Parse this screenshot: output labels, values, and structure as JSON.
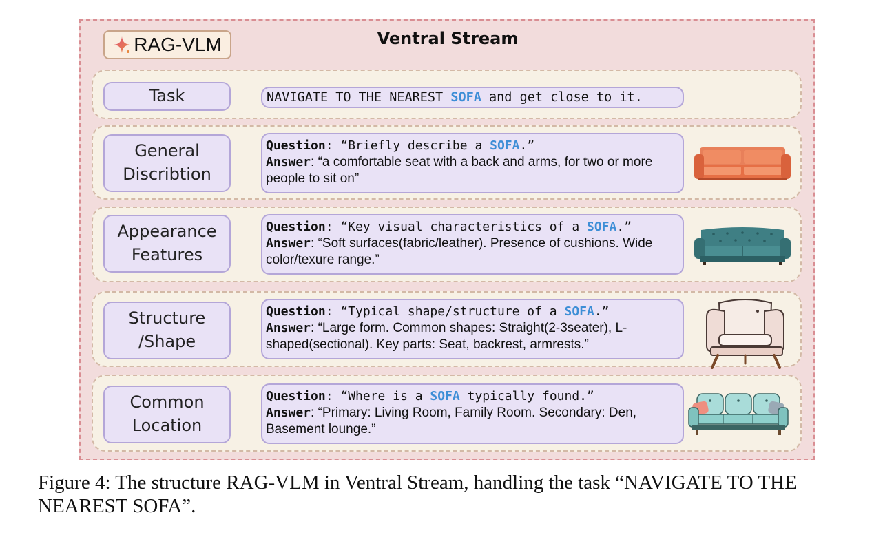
{
  "header": {
    "logo_text": "RAG-VLM",
    "title": "Ventral Stream"
  },
  "task": {
    "label": "Task",
    "text_before": "NAVIGATE TO THE NEAREST ",
    "keyword": "SOFA",
    "text_after": " and get close to it."
  },
  "rows": [
    {
      "label_line1": "General",
      "label_line2": "Discribtion",
      "question_key": "Question",
      "question_before": ": “Briefly describe a ",
      "question_keyword": "SOFA",
      "question_after": ".”",
      "answer_key": "Answer",
      "answer_text": ": “a comfortable seat with a back and arms, for two or more people to sit on”"
    },
    {
      "label_line1": "Appearance",
      "label_line2": "Features",
      "question_key": "Question",
      "question_before": ": “Key visual characteristics of a ",
      "question_keyword": "SOFA",
      "question_after": ".”",
      "answer_key": "Answer",
      "answer_text": ": “Soft surfaces(fabric/leather). Presence of cushions. Wide color/texure range.”"
    },
    {
      "label_line1": "Structure",
      "label_line2": "/Shape",
      "question_key": "Question",
      "question_before": ": “Typical shape/structure of a ",
      "question_keyword": "SOFA",
      "question_after": ".”",
      "answer_key": "Answer",
      "answer_text": ": “Large form. Common shapes:  Straight(2-3seater), L-shaped(sectional). Key parts: Seat, backrest, armrests.”"
    },
    {
      "label_line1": "Common",
      "label_line2": "Location",
      "question_key": "Question",
      "question_before": ": “Where is a ",
      "question_keyword": "SOFA",
      "question_after": " typically found.”",
      "answer_key": "Answer",
      "answer_text": ": “Primary: Living Room, Family Room. Secondary: Den, Basement lounge.”"
    }
  ],
  "caption": "Figure 4: The structure RAG-VLM in Ventral Stream, handling the task “NAVIGATE TO THE NEAREST SOFA”.",
  "icons": {
    "logo": "sparkle-icon",
    "row_images": [
      "orange-sofa-icon",
      "teal-tufted-sofa-icon",
      "armchair-icon",
      "cushioned-sofa-icon"
    ]
  },
  "colors": {
    "panel_bg": "#f2dcdc",
    "row_bg": "#f7f1e5",
    "box_bg": "#e9e2f6",
    "keyword": "#3d8ed6"
  }
}
